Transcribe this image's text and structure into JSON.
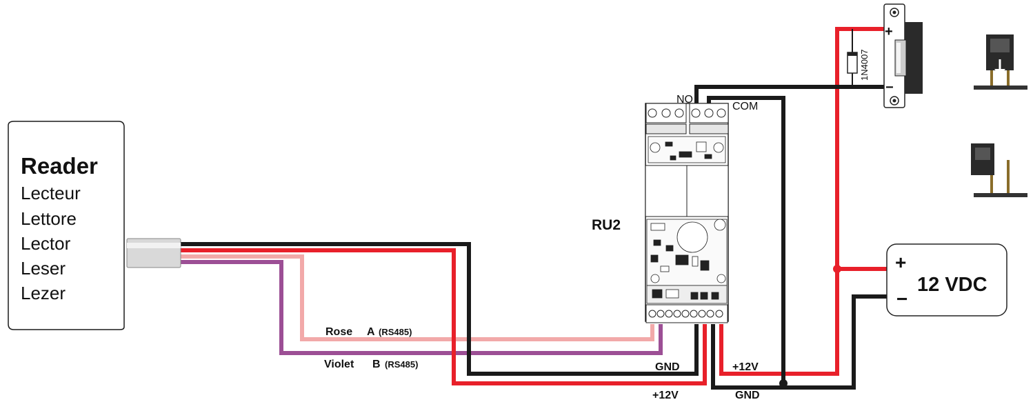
{
  "reader": {
    "title": "Reader",
    "names": [
      "Lecteur",
      "Lettore",
      "Lector",
      "Leser",
      "Lezer"
    ]
  },
  "module": {
    "label": "RU2"
  },
  "relay": {
    "no_label": "NO",
    "com_label": "COM"
  },
  "lock": {
    "plus_label": "+",
    "minus_label": "−",
    "diode_label": "1N4007"
  },
  "power_supply": {
    "plus_label": "+",
    "minus_label": "−",
    "voltage_label": "12 VDC"
  },
  "wires": {
    "rose": {
      "name": "Rose",
      "signal": "A",
      "bus": "(RS485)"
    },
    "violet": {
      "name": "Violet",
      "signal": "B",
      "bus": "(RS485)"
    },
    "gnd_left_label": "GND",
    "plus12_left_label": "+12V",
    "plus12_right_label": "+12V",
    "gnd_right_label": "GND"
  },
  "colors": {
    "red": "#e8202a",
    "black": "#1a1a1a",
    "rose": "#f2a9a9",
    "violet": "#9c4f95",
    "gray": "#555555"
  }
}
